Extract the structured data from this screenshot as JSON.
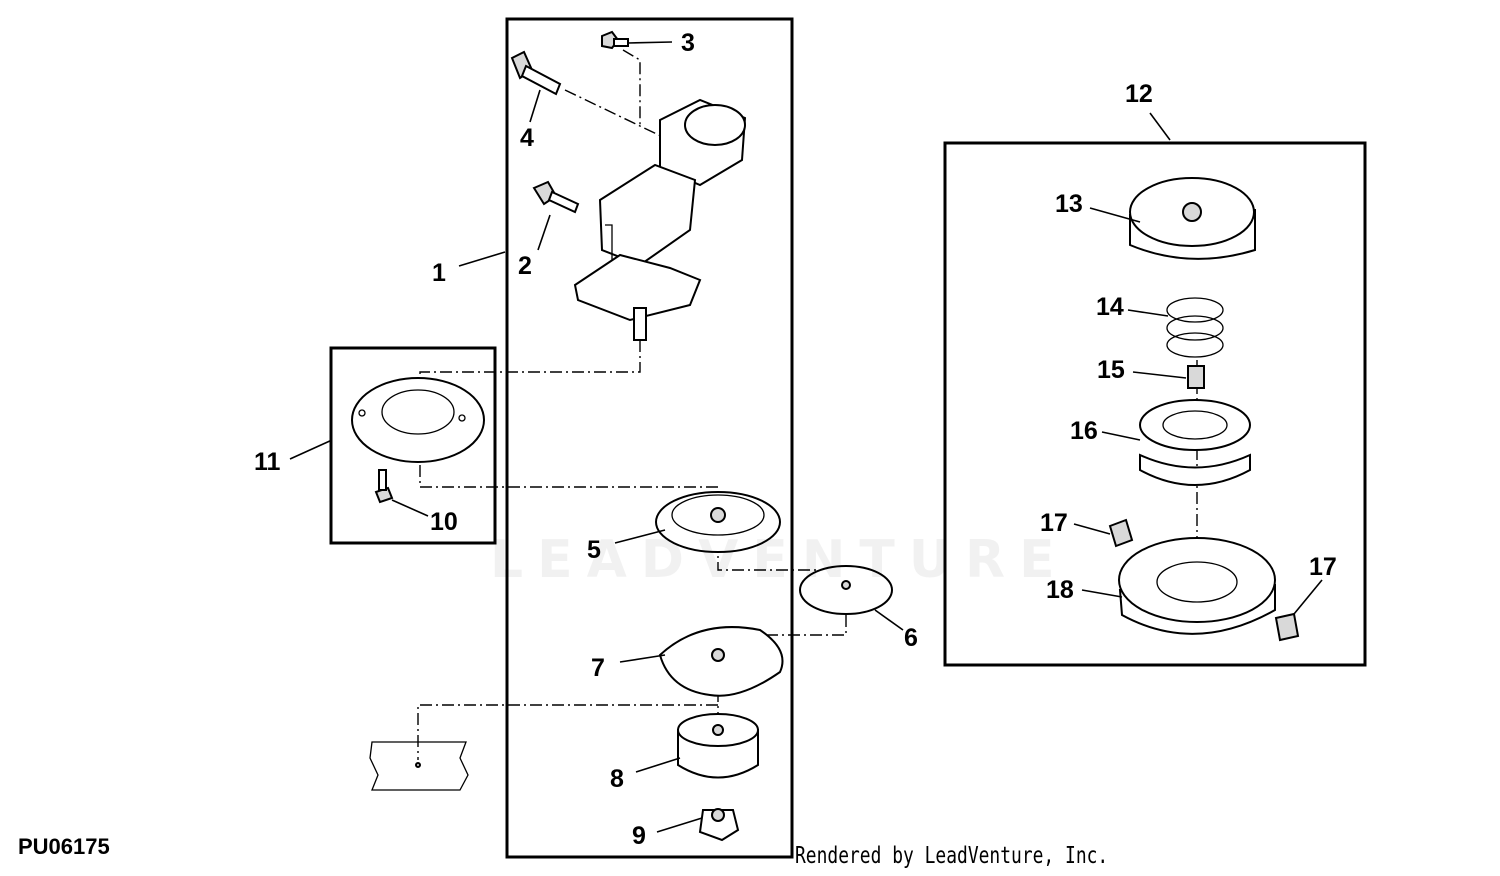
{
  "figure_id": "PU06175",
  "credit": "Rendered by LeadVenture, Inc.",
  "watermark": "LEADVENTURE",
  "callouts": [
    "1",
    "2",
    "3",
    "4",
    "5",
    "6",
    "7",
    "8",
    "9",
    "10",
    "11",
    "12",
    "13",
    "14",
    "15",
    "16",
    "17",
    "17",
    "18"
  ]
}
